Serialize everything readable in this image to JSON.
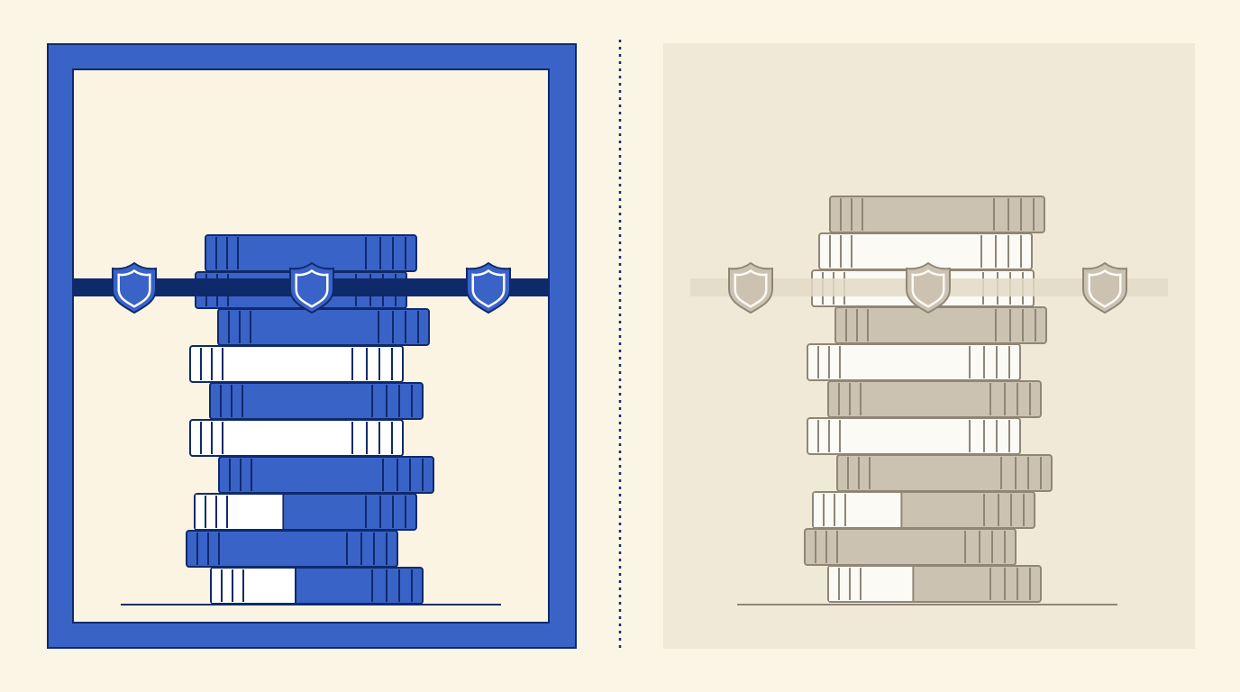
{
  "colors": {
    "background": "#fbf5e6",
    "frame_fill": "#3a63c8",
    "frame_outline": "#0f2a6b",
    "inner_bg": "#fcf4e3",
    "blue_fill": "#3a63c8",
    "blue_stroke": "#0f2a6b",
    "white_fill": "#ffffff",
    "bar_dark": "#0f2a6b",
    "shield_fill": "#3a63c8",
    "shield_outline": "#ffffff",
    "divider": "#1a2e66",
    "faded_panel": "#f1e9d7",
    "faded_fill": "#cbc2b2",
    "faded_stroke": "#908676",
    "faded_white": "#fcfaf5",
    "faded_bar": "#e3d9c7",
    "ground": "#1a2e66"
  },
  "icons": {
    "shield": "shield-icon"
  },
  "panels": {
    "left": {
      "label": "protected-stack",
      "shield_count": 3,
      "book_count": 10
    },
    "right": {
      "label": "unprotected-stack-faded",
      "shield_count": 3,
      "book_count": 11
    }
  }
}
